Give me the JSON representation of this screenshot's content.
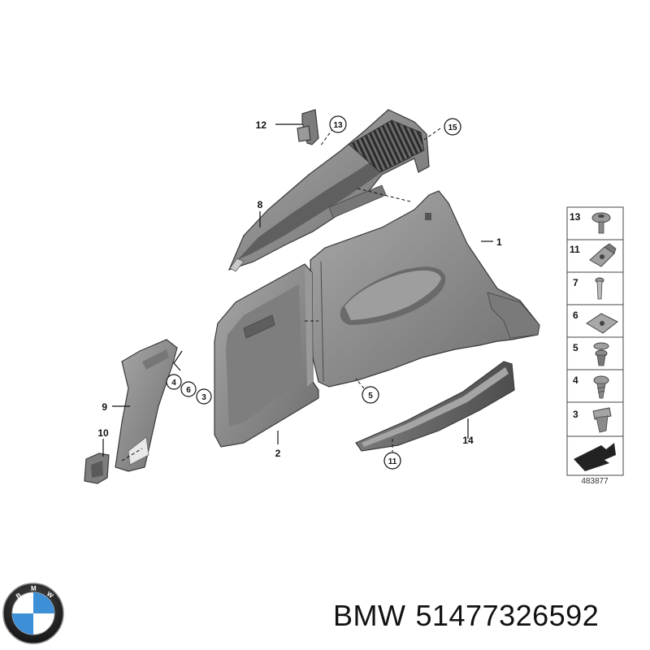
{
  "diagram": {
    "callouts": {
      "p1": "1",
      "p2": "2",
      "p3": "3",
      "p4": "4",
      "p5": "5",
      "p6": "6",
      "p8": "8",
      "p9": "9",
      "p10": "10",
      "p11": "11",
      "p12": "12",
      "p13": "13",
      "p14": "14",
      "p15": "15"
    },
    "fastener_legend": [
      {
        "number": "13",
        "icon": "screw-icon"
      },
      {
        "number": "11",
        "icon": "clip-nut-icon"
      },
      {
        "number": "7",
        "icon": "expansion-rivet-icon"
      },
      {
        "number": "6",
        "icon": "spring-nut-icon"
      },
      {
        "number": "5",
        "icon": "push-clip-icon"
      },
      {
        "number": "4",
        "icon": "tapping-screw-icon"
      },
      {
        "number": "3",
        "icon": "expanding-nut-icon"
      }
    ],
    "diagram_code": "483877"
  },
  "footer": {
    "brand": "BMW",
    "part_number": "51477326592"
  },
  "colors": {
    "part_fill": "#8c8c8c",
    "part_dark": "#5a5a5a",
    "part_light": "#b4b4b4"
  }
}
